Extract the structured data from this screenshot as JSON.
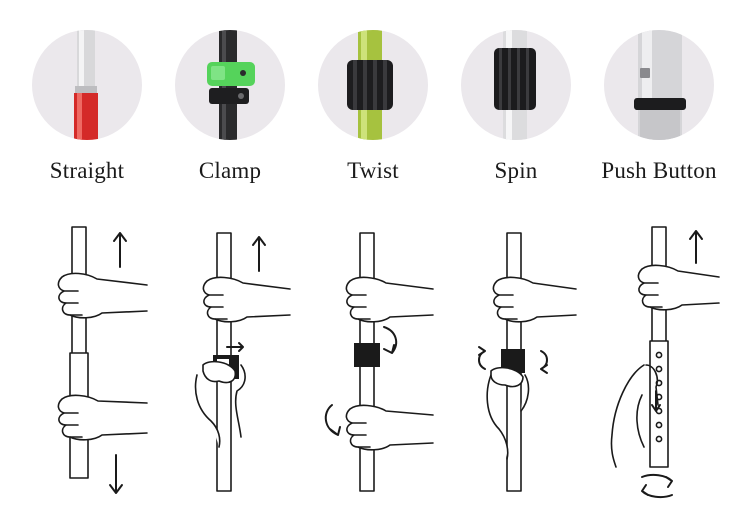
{
  "items": [
    {
      "label": "Straight"
    },
    {
      "label": "Clamp"
    },
    {
      "label": "Twist"
    },
    {
      "label": "Spin"
    },
    {
      "label": "Push Button"
    }
  ],
  "colors": {
    "photo_bg": "#ebe8ec",
    "red_pole": "#d42a28",
    "clamp_green": "#55d35b",
    "twist_pole_green": "#a6c23f",
    "line_ink": "#1a1a1a"
  },
  "icons": [
    "arrow-up-icon",
    "arrow-down-icon",
    "rotate-arrow-icon",
    "hand-icon"
  ]
}
